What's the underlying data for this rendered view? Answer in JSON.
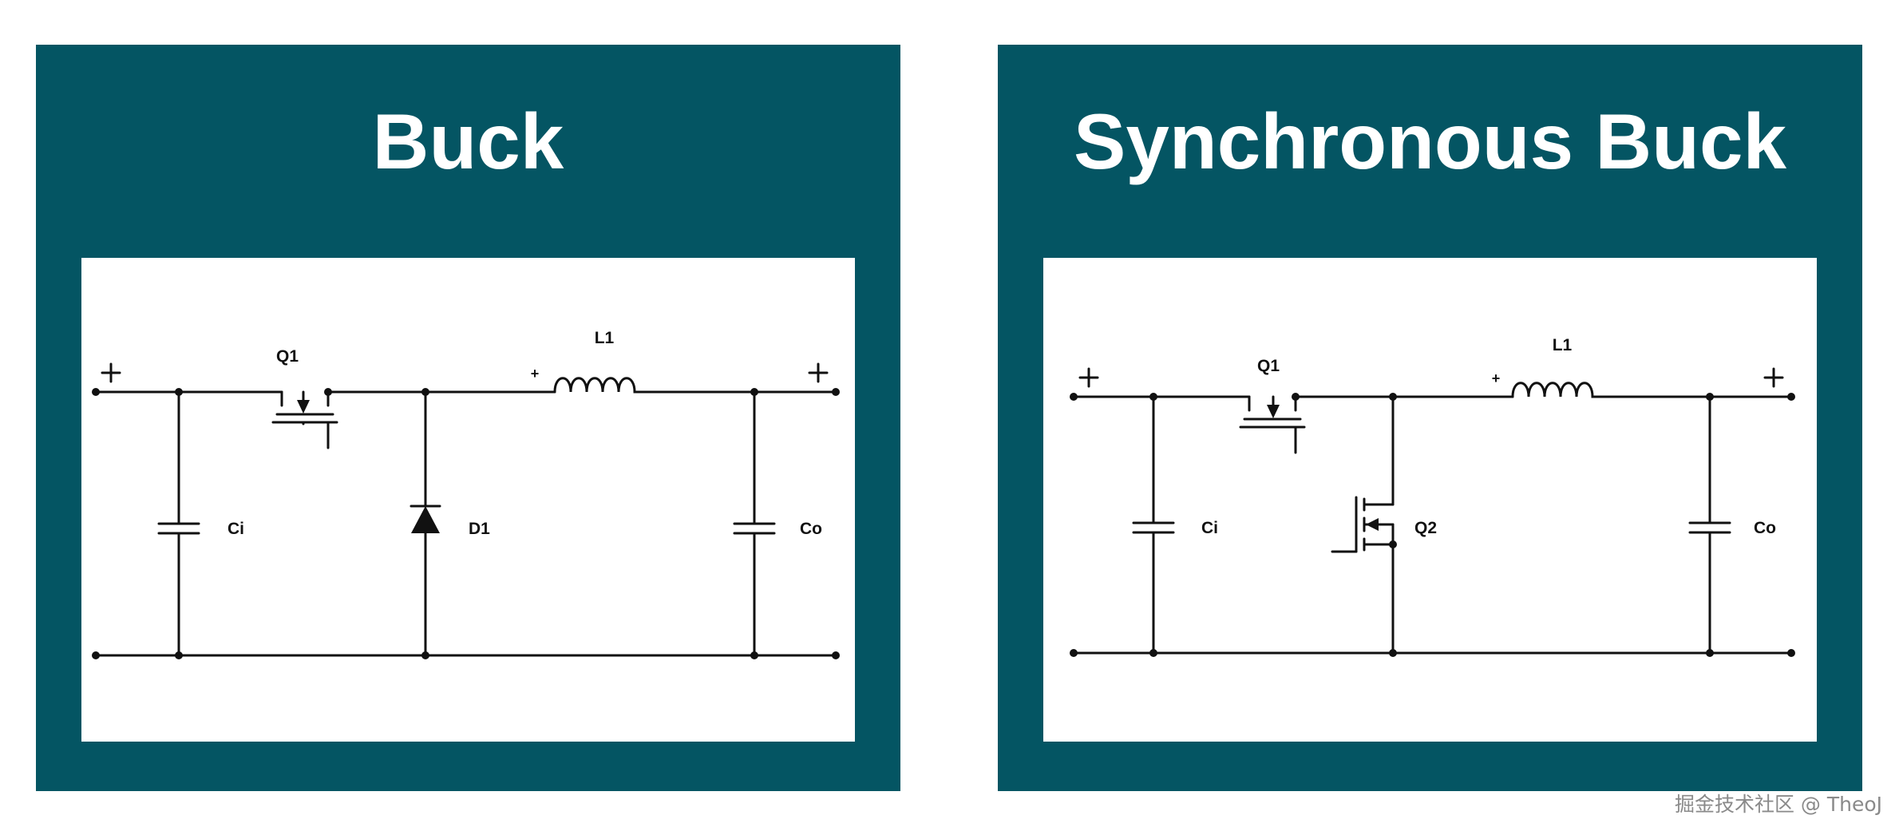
{
  "diagrams": [
    {
      "title": "Buck",
      "labels": {
        "q1": "Q1",
        "l1": "L1",
        "ci": "Ci",
        "d1": "D1",
        "co": "Co",
        "in_plus": "+",
        "out_plus": "+",
        "l1_plus": "+"
      }
    },
    {
      "title": "Synchronous Buck",
      "labels": {
        "q1": "Q1",
        "q2": "Q2",
        "l1": "L1",
        "ci": "Ci",
        "co": "Co",
        "in_plus": "+",
        "out_plus": "+",
        "l1_plus": "+"
      }
    }
  ],
  "watermark": "掘金技术社区 @ TheoJ",
  "colors": {
    "panel": "#045563",
    "title_text": "#ffffff",
    "schematic_bg": "#ffffff",
    "wire": "#111111",
    "watermark": "#8a8a8a"
  }
}
